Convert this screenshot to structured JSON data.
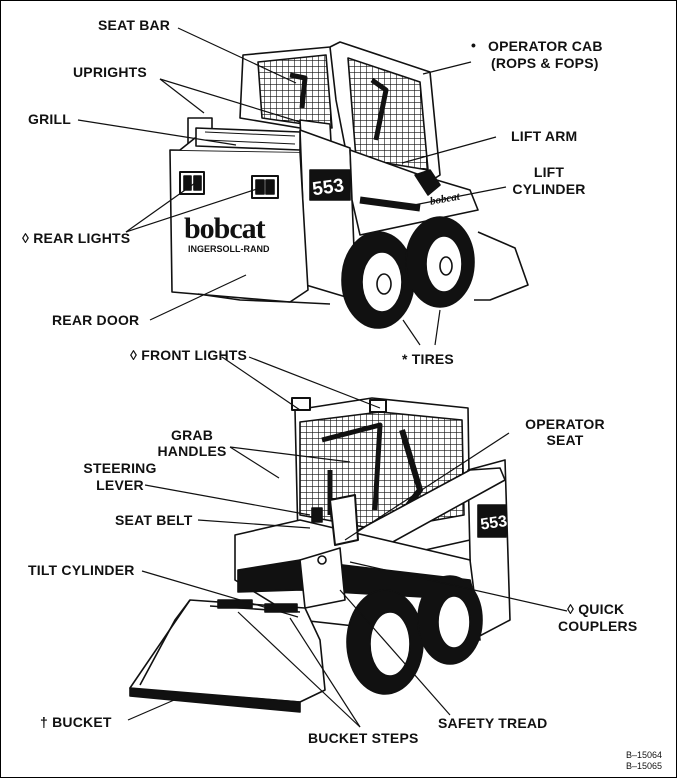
{
  "labels": {
    "seat_bar": "SEAT BAR",
    "operator_cab": "OPERATOR CAB",
    "operator_cab_sub": "(ROPS & FOPS)",
    "operator_cab_marker": "•",
    "uprights": "UPRIGHTS",
    "grill": "GRILL",
    "lift_arm": "LIFT ARM",
    "lift_cylinder_1": "LIFT",
    "lift_cylinder_2": "CYLINDER",
    "rear_lights": "◊ REAR LIGHTS",
    "rear_door": "REAR DOOR",
    "tires": "* TIRES",
    "front_lights": "◊ FRONT LIGHTS",
    "grab_handles_1": "GRAB",
    "grab_handles_2": "HANDLES",
    "operator_seat_1": "OPERATOR",
    "operator_seat_2": "SEAT",
    "steering_lever_1": "STEERING",
    "steering_lever_2": "LEVER",
    "seat_belt": "SEAT BELT",
    "tilt_cylinder": "TILT CYLINDER",
    "quick_couplers_1": "◊ QUICK",
    "quick_couplers_2": "COUPLERS",
    "bucket": "† BUCKET",
    "bucket_steps": "BUCKET STEPS",
    "safety_tread": "SAFETY TREAD"
  },
  "machine_markings": {
    "model_number": "553",
    "brand": "bobcat",
    "maker": "INGERSOLL-RAND"
  },
  "figure_codes": [
    "B–15064",
    "B–15065"
  ]
}
